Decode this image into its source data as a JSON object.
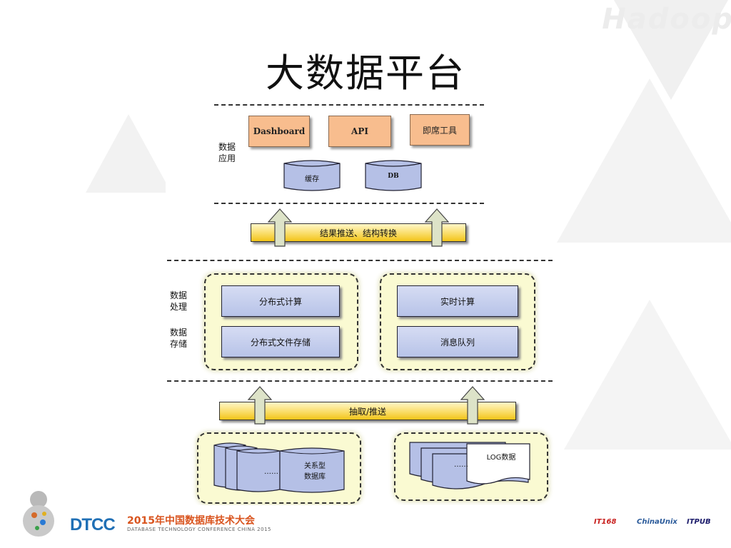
{
  "slide": {
    "title": "大数据平台",
    "watermark": "Hadoop"
  },
  "diagram": {
    "app_layer": {
      "label_line1": "数据",
      "label_line2": "应用",
      "boxes": [
        "Dashboard",
        "API",
        "即席工具"
      ],
      "stores": [
        "缓存",
        "DB"
      ]
    },
    "transform_bar": "结果推送、结构转换",
    "proc_layer": {
      "proc_label_line1": "数据",
      "proc_label_line2": "处理",
      "store_label_line1": "数据",
      "store_label_line2": "存储",
      "left_group": [
        "分布式计算",
        "分布式文件存储"
      ],
      "right_group": [
        "实时计算",
        "消息队列"
      ]
    },
    "extract_bar": "抽取/推送",
    "sources": {
      "db_ellipsis": "……",
      "db_label_line1": "关系型",
      "db_label_line2": "数据库",
      "log_ellipsis": "……",
      "log_label": "LOG数据"
    }
  },
  "footer": {
    "logo": "DTCC",
    "title": "2015年中国数据库技术大会",
    "subtitle": "DATABASE TECHNOLOGY CONFERENCE CHINA 2015",
    "sponsors": [
      "IT168",
      "ChinaUnix",
      "ITPUB"
    ]
  }
}
